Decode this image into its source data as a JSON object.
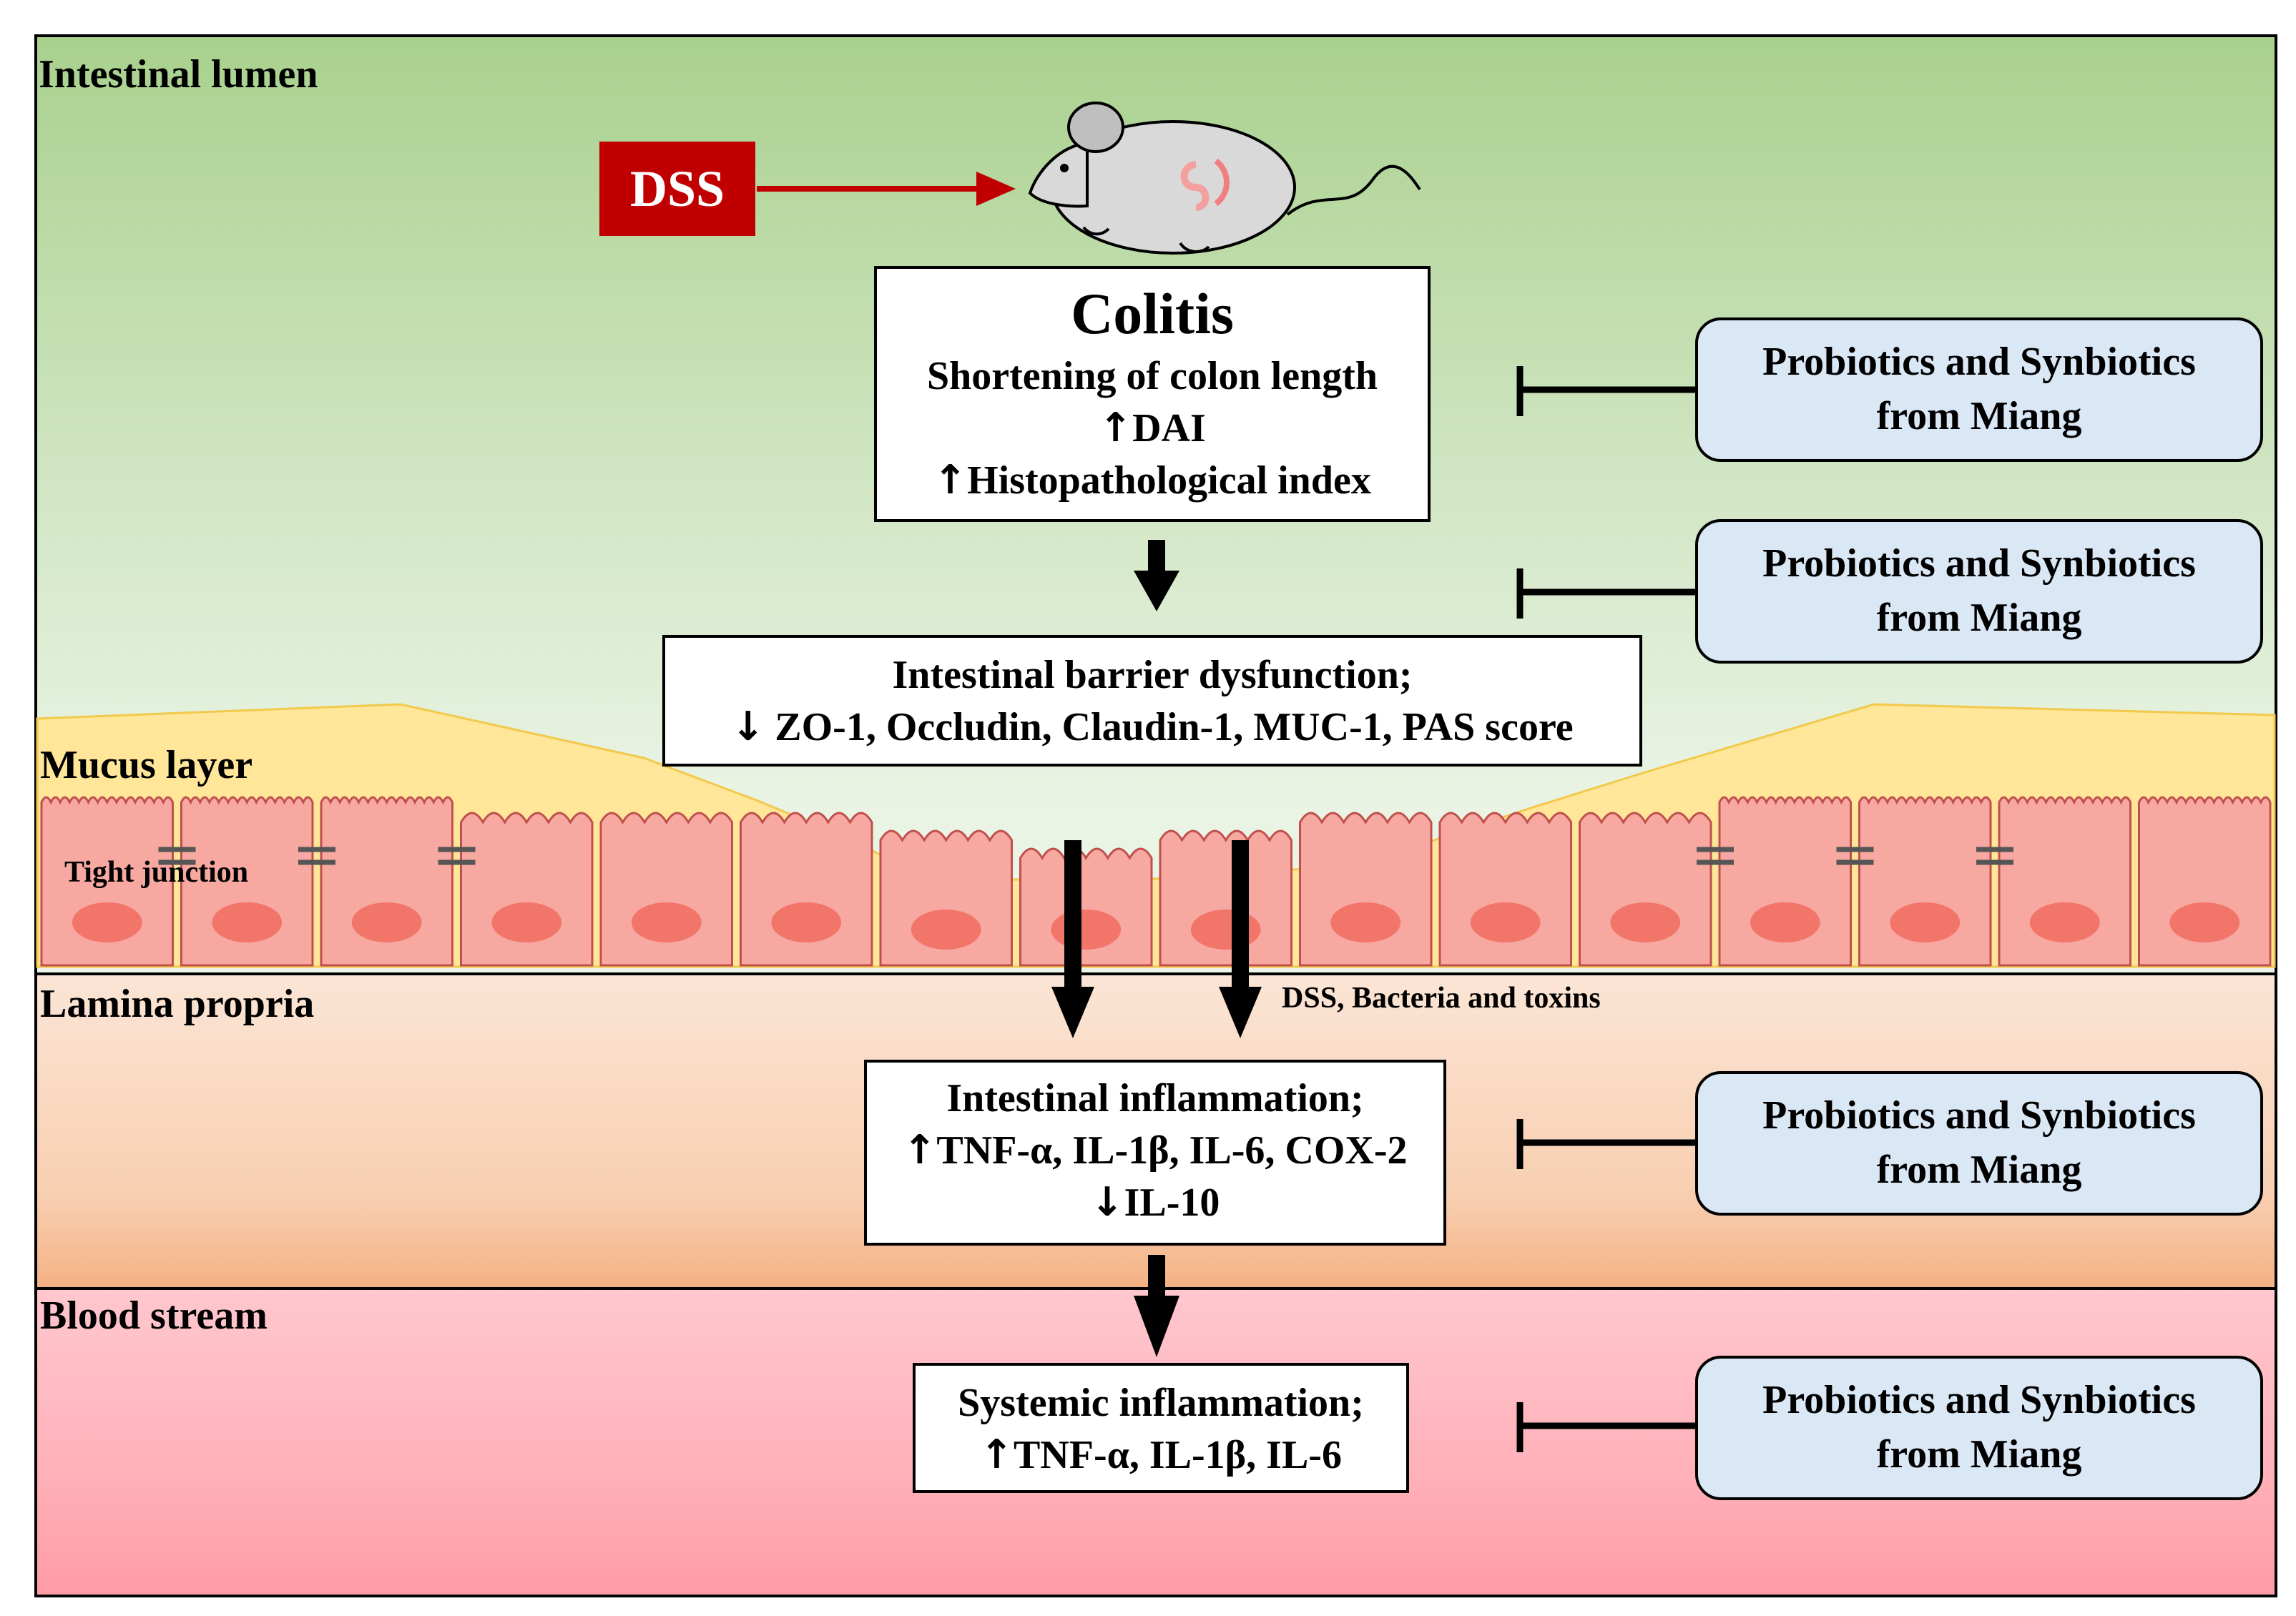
{
  "zones": {
    "lumen": "Intestinal lumen",
    "mucus": "Mucus layer",
    "lamina": "Lamina propria",
    "blood": "Blood stream"
  },
  "labels": {
    "dss": "DSS",
    "tight_junction": "Tight junction",
    "dss_bacteria": "DSS, Bacteria and toxins"
  },
  "colitis_box": {
    "title": "Colitis",
    "line1": "Shortening of colon length",
    "line2": "DAI",
    "line3": "Histopathological index"
  },
  "barrier_box": {
    "line1": "Intestinal barrier dysfunction;",
    "line2": "ZO-1, Occludin, Claudin-1, MUC-1, PAS score"
  },
  "inflammation_box": {
    "line1": "Intestinal inflammation;",
    "line2": "TNF-α, IL-1β, IL-6, COX-2",
    "line3": "IL-10"
  },
  "systemic_box": {
    "line1": "Systemic inflammation;",
    "line2": "TNF-α, IL-1β, IL-6"
  },
  "arrows": {
    "up": "↑",
    "down": "↓"
  },
  "inhibitor": {
    "line1": "Probiotics and Synbiotics",
    "line2": "from Miang"
  },
  "colors": {
    "dss_red": "#c00000",
    "probiotic_fill": "#dae7f5",
    "cell_fill": "#f7a8a0",
    "nucleus": "#f2756a",
    "mucus": "#ffe699"
  }
}
